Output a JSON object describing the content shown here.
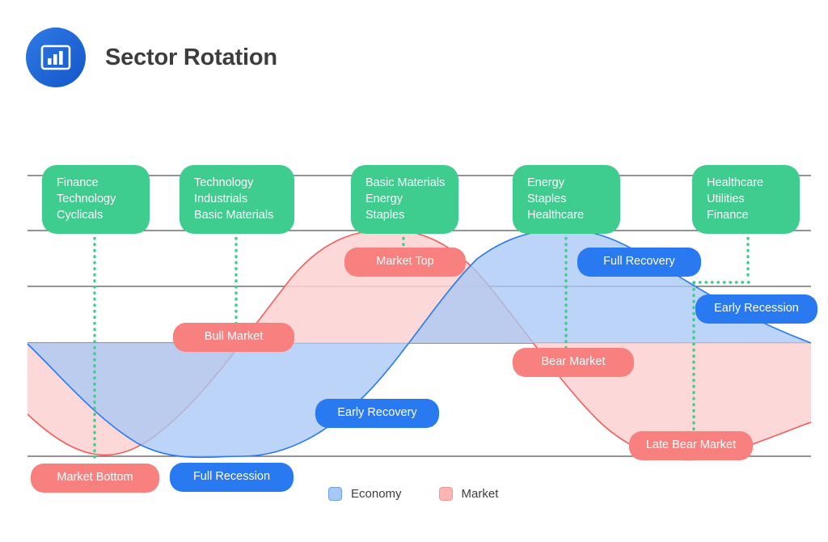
{
  "header": {
    "title": "Sector Rotation",
    "logo_icon": "bar-chart-icon",
    "logo_gradient_from": "#2f7ae5",
    "logo_gradient_to": "#1356c9"
  },
  "colors": {
    "economy_line": "#2979f0",
    "economy_fill": "#a8c8f5",
    "market_line": "#f05f5d",
    "market_fill": "#fbd2d1",
    "sector_box": "#3fcc8f",
    "marker_dotted": "#3fcc8f",
    "gridline": "#555555",
    "title_text": "#3d3d3d"
  },
  "sector_boxes": [
    {
      "lines": [
        "Finance",
        "Technology",
        "Cyclicals"
      ]
    },
    {
      "lines": [
        "Technology",
        "Industrials",
        "Basic Materials"
      ]
    },
    {
      "lines": [
        "Basic Materials",
        "Energy",
        "Staples"
      ]
    },
    {
      "lines": [
        "Energy",
        "Staples",
        "Healthcare"
      ]
    },
    {
      "lines": [
        "Healthcare",
        "Utilities",
        "Finance"
      ]
    }
  ],
  "phases": [
    {
      "label": "Market Bottom",
      "series": "market"
    },
    {
      "label": "Full Recession",
      "series": "economy"
    },
    {
      "label": "Bull Market",
      "series": "market"
    },
    {
      "label": "Early Recovery",
      "series": "economy"
    },
    {
      "label": "Market Top",
      "series": "market"
    },
    {
      "label": "Full Recovery",
      "series": "economy"
    },
    {
      "label": "Bear Market",
      "series": "market"
    },
    {
      "label": "Early Recession",
      "series": "economy"
    },
    {
      "label": "Late Bear Market",
      "series": "market"
    }
  ],
  "legend": {
    "items": [
      {
        "label": "Economy",
        "color": "#a8c8f5"
      },
      {
        "label": "Market",
        "color": "#fbb6b4"
      }
    ]
  },
  "chart_data": {
    "type": "line",
    "title": "Sector Rotation",
    "xlabel": "",
    "ylabel": "",
    "grid": true,
    "legend_position": "bottom",
    "gridlines_y": [
      217,
      285,
      354,
      424,
      564
    ],
    "x_range": [
      34,
      1003
    ],
    "series": [
      {
        "name": "Market",
        "line_color": "#f05f5d",
        "fill_color": "#fbd2d1",
        "description": "Sine wave leading the Economy; peaks near x=0.42 of the axis and bottoms at the left and right edges.",
        "x": [
          0.0,
          0.08,
          0.17,
          0.25,
          0.33,
          0.42,
          0.5,
          0.58,
          0.67,
          0.75,
          0.83,
          0.92,
          1.0
        ],
        "y": [
          -0.62,
          -0.4,
          0.0,
          0.45,
          0.85,
          1.0,
          0.92,
          0.6,
          0.12,
          -0.4,
          -0.8,
          -0.98,
          -0.92
        ]
      },
      {
        "name": "Economy",
        "line_color": "#2979f0",
        "fill_color": "#a8c8f5",
        "description": "Sine wave lagging the Market by roughly a quarter cycle; bottoms near x=0.33 and peaks near x=0.72.",
        "x": [
          0.0,
          0.08,
          0.17,
          0.25,
          0.33,
          0.42,
          0.5,
          0.58,
          0.67,
          0.75,
          0.83,
          0.92,
          1.0
        ],
        "y": [
          0.02,
          -0.45,
          -0.8,
          -0.98,
          -1.0,
          -0.72,
          -0.25,
          0.35,
          0.82,
          1.0,
          0.88,
          0.45,
          -0.02
        ]
      }
    ],
    "annotations": [
      "Market Bottom",
      "Full Recession",
      "Bull Market",
      "Early Recovery",
      "Market Top",
      "Full Recovery",
      "Bear Market",
      "Early Recession",
      "Late Bear Market"
    ]
  }
}
